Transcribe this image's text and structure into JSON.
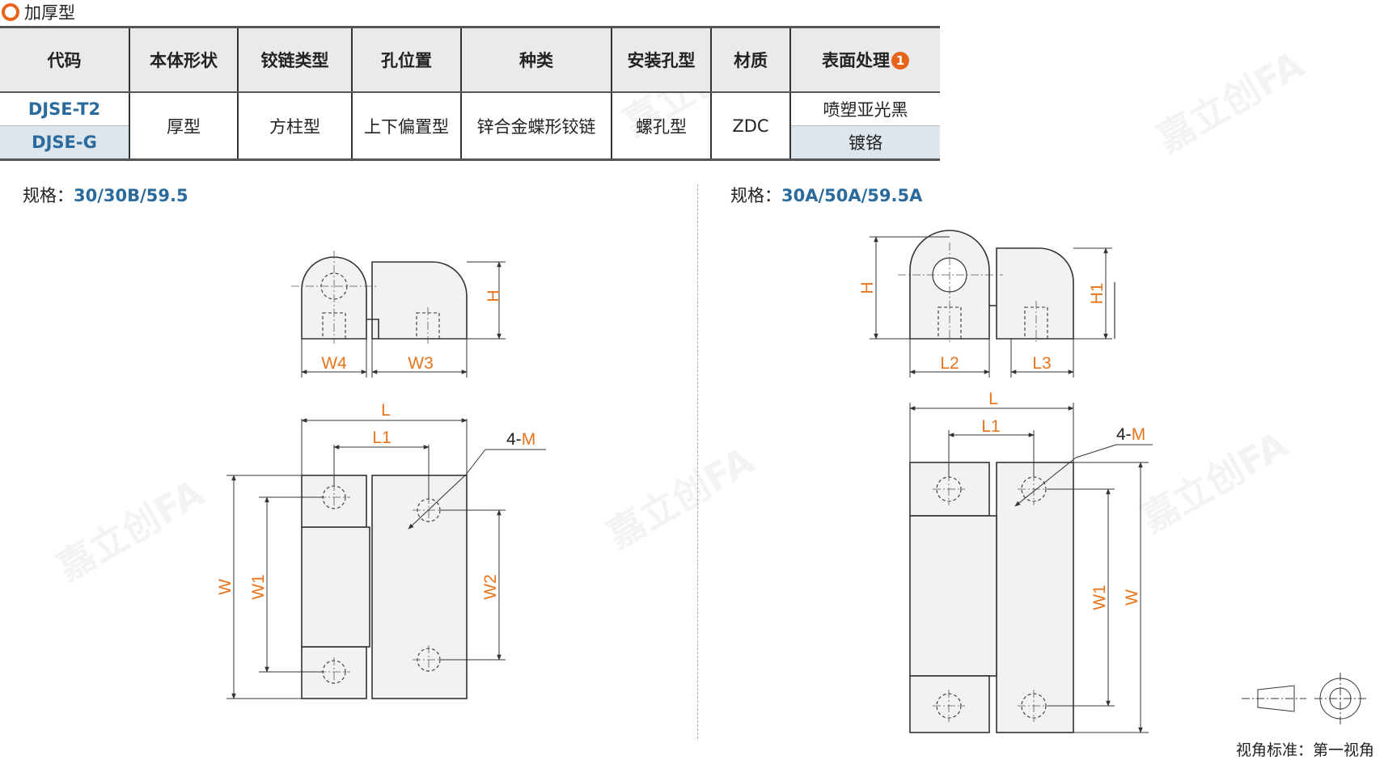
{
  "section_title": "加厚型",
  "table": {
    "headers": [
      "代码",
      "本体形状",
      "铰链类型",
      "孔位置",
      "种类",
      "安装孔型",
      "材质",
      "表面处理"
    ],
    "header_badge": "1",
    "codes": [
      "DJSE-T2",
      "DJSE-G"
    ],
    "body_shape": "厚型",
    "hinge_type": "方柱型",
    "hole_position": "上下偏置型",
    "kind": "锌合金蝶形铰链",
    "mount_hole": "螺孔型",
    "material": "ZDC",
    "surface": [
      "喷塑亚光黑",
      "镀铬"
    ]
  },
  "left_spec": {
    "label": "规格：",
    "value": "30/30B/59.5"
  },
  "right_spec": {
    "label": "规格：",
    "value": "30A/50A/59.5A"
  },
  "dims_left": {
    "H": "H",
    "W4": "W4",
    "W3": "W3",
    "L": "L",
    "L1": "L1",
    "W": "W",
    "W1": "W1",
    "W2": "W2",
    "M_prefix": "4-",
    "M": "M"
  },
  "dims_right": {
    "H": "H",
    "H1": "H1",
    "L2": "L2",
    "L3": "L3",
    "L": "L",
    "L1": "L1",
    "W": "W",
    "W1": "W1",
    "M_prefix": "4-",
    "M": "M"
  },
  "view_note": "视角标准：第一视角",
  "watermark": "嘉立创FA",
  "colors": {
    "accent": "#e8641b",
    "code_blue": "#2a6a9c",
    "header_bg": "#e9eaec",
    "row_tint": "#dde6ec"
  }
}
